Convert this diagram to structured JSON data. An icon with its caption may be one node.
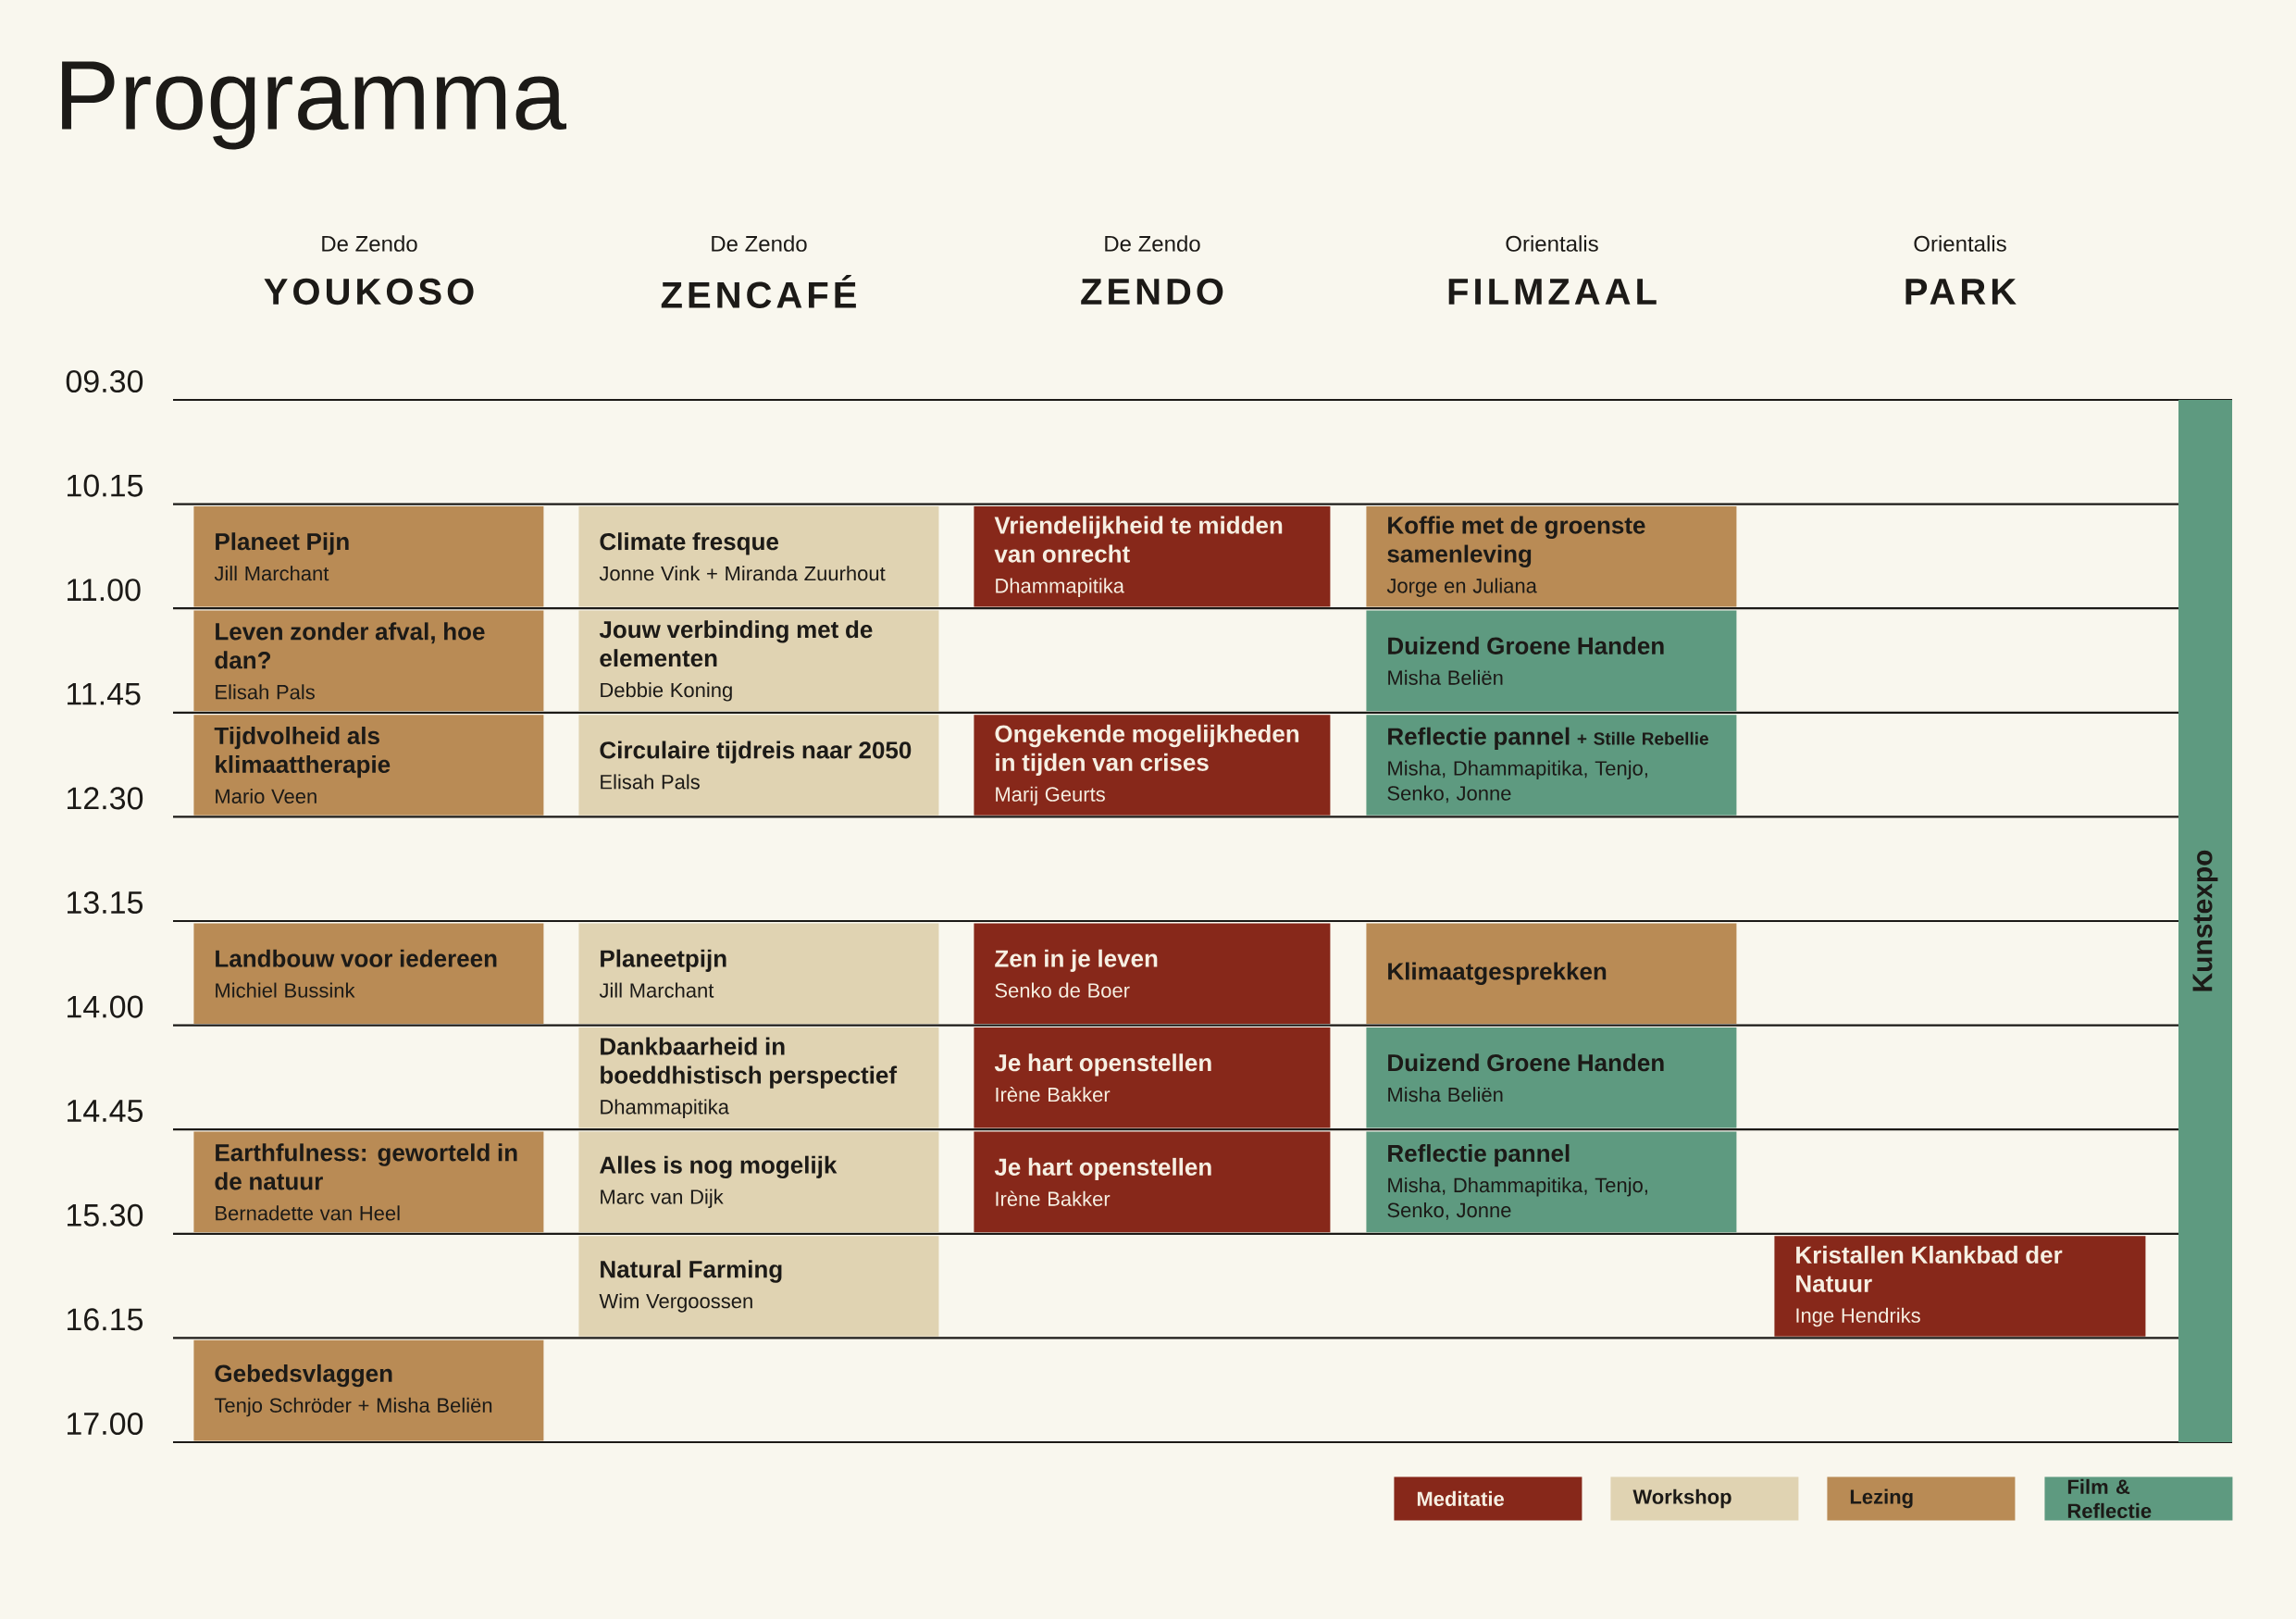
{
  "diagram": {
    "title": "Programma",
    "nodes": [
      {
        "text": [
          "Planeet Pijn",
          "Jill Marchant"
        ]
      },
      {
        "text": [
          "Climate fresque",
          "Jonne Vink + Miranda Zuurhout"
        ]
      },
      {
        "text": [
          "Vriendelijkheid te midden van onrecht",
          "Dhammapitika"
        ]
      },
      {
        "text": [
          "Koffie met de groenste samenleving",
          "Jorge en Juliana"
        ]
      },
      {
        "text": [
          "Leven zonder afval, hoe dan?",
          "Elisah Pals"
        ]
      },
      {
        "text": [
          "Jouw verbinding met de elementen",
          "Debbie Koning"
        ]
      },
      {
        "text": [
          "Duizend Groene Handen",
          "Misha Beliën"
        ]
      },
      {
        "text": [
          "Tijdvolheid als klimaattherapie",
          "Mario Veen"
        ]
      },
      {
        "text": [
          "Circulaire tijdreis naar 2050",
          "Elisah Pals"
        ]
      },
      {
        "text": [
          "Ongekende mogelijkheden in tijden van crises",
          "Marij Geurts"
        ]
      },
      {
        "text": [
          "Reflectie pannel",
          "+ Stille Rebellie",
          "Misha, Dhammapitika, Tenjo, Senko, Jonne"
        ]
      },
      {
        "text": [
          "Landbouw voor iedereen",
          "Michiel Bussink"
        ]
      },
      {
        "text": [
          "Planeetpijn",
          "Jill Marchant"
        ]
      },
      {
        "text": [
          "Zen in je leven",
          "Senko de Boer"
        ]
      },
      {
        "text": [
          "Klimaatgesprekken"
        ]
      },
      {
        "text": [
          "Dankbaarheid in boeddhistisch perspectief",
          "Dhammapitika"
        ]
      },
      {
        "text": [
          "Je hart openstellen",
          "Irène Bakker"
        ]
      },
      {
        "text": [
          "Duizend Groene Handen",
          "Misha Beliën"
        ]
      },
      {
        "text": [
          "Earthfulness: geworteld in de natuur",
          "Bernadette van Heel"
        ]
      },
      {
        "text": [
          "Alles is nog mogelijk",
          "Marc van Dijk"
        ]
      },
      {
        "text": [
          "Je hart openstellen",
          "Irène Bakker"
        ]
      },
      {
        "text": [
          "Reflectie pannel",
          "Misha, Dhammapitika, Tenjo, Senko, Jonne"
        ]
      },
      {
        "text": [
          "Natural Farming",
          "Wim Vergoossen"
        ]
      },
      {
        "text": [
          "Kristallen Klankbad der Natuur",
          "Inge Hendriks"
        ]
      },
      {
        "text": [
          "Gebedsvlaggen",
          "Tenjo Schröder + Misha Beliën"
        ]
      },
      {
        "text": [
          "Kunstexpo"
        ]
      }
    ],
    "labels": [
      "De Zendo",
      "YOUKOSO",
      "De Zendo",
      "ZENCAFÉ",
      "De Zendo",
      "ZENDO",
      "Orientalis",
      "FILMZAAL",
      "Orientalis",
      "PARK",
      "09.30",
      "10.15",
      "11.00",
      "11.45",
      "12.30",
      "13.15",
      "14.00",
      "14.45",
      "15.30",
      "16.15",
      "17.00"
    ],
    "legend": [
      {
        "text": "Meditatie",
        "color": "#87281a"
      },
      {
        "text": "Workshop",
        "color": "#e0d3b2"
      },
      {
        "text": "Lezing",
        "color": "#b98b55"
      },
      {
        "text": "Film & Reflectie",
        "color": "#5e9a80"
      }
    ]
  }
}
